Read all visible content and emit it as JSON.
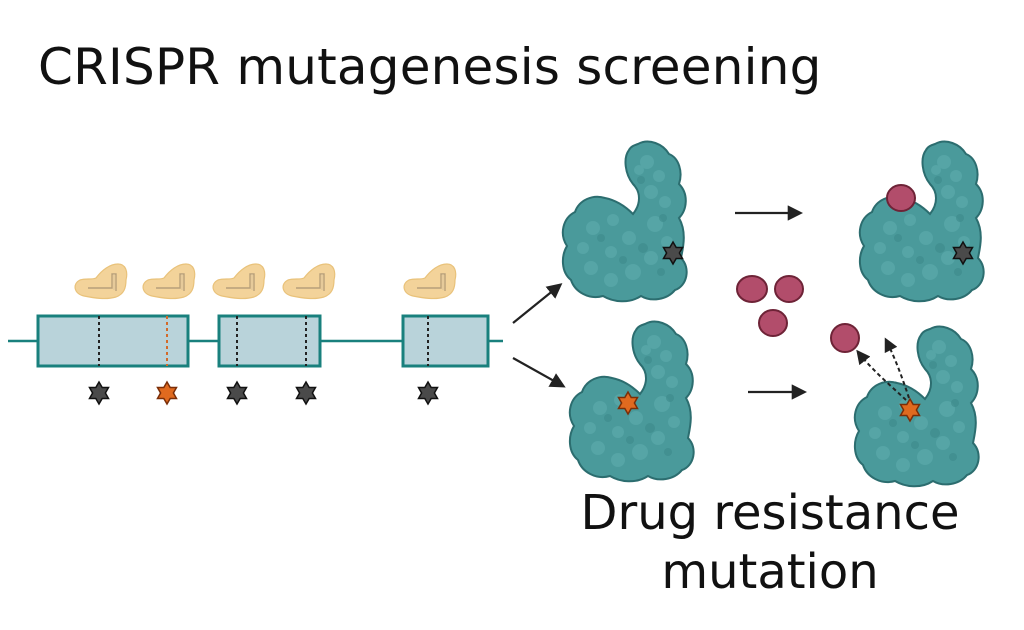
{
  "title": "CRISPR mutagenesis screening",
  "caption": {
    "line1": "Drug resistance",
    "line2": "mutation"
  },
  "colors": {
    "exon_fill": "#b9d3da",
    "exon_stroke": "#19807d",
    "protein": "#4a9a9b",
    "protein_dark": "#367d7e",
    "guide_rna": "#f3d39a",
    "drug": "#b24d6b",
    "star_neutral": "#444444",
    "star_resistant": "#e06a1f"
  },
  "icons": [
    "dna-strand",
    "guide-rna-icon",
    "mutation-star-icon",
    "protein-icon",
    "drug-molecule-icon",
    "arrow-icon"
  ]
}
